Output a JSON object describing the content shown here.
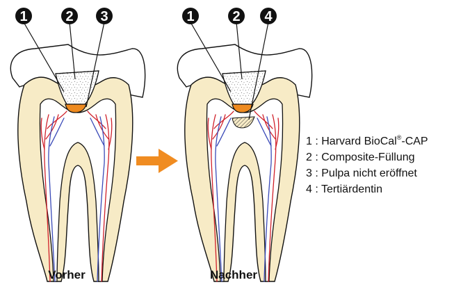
{
  "colors": {
    "enamel": "#ffffff",
    "dentin": "#f7ebc6",
    "pulp": "#ffffff",
    "outline": "#111111",
    "cap": "#ee8a1f",
    "arrow": "#f08c21",
    "artery": "#d0202a",
    "vein": "#3a4ab8",
    "marker": "#111111"
  },
  "teeth": [
    {
      "caption": "Vorher",
      "markers": [
        "1",
        "2",
        "3"
      ]
    },
    {
      "caption": "Nachher",
      "markers": [
        "1",
        "2",
        "4"
      ]
    }
  ],
  "legend": [
    {
      "number": "1",
      "text": "Harvard BioCal",
      "sup": "®",
      "suffix": "-CAP"
    },
    {
      "number": "2",
      "text": "Composite-Füllung",
      "sup": "",
      "suffix": ""
    },
    {
      "number": "3",
      "text": "Pulpa nicht eröffnet",
      "sup": "",
      "suffix": ""
    },
    {
      "number": "4",
      "text": "Tertiärdentin",
      "sup": "",
      "suffix": ""
    }
  ],
  "icons": {
    "arrow": "right-arrow-icon"
  }
}
